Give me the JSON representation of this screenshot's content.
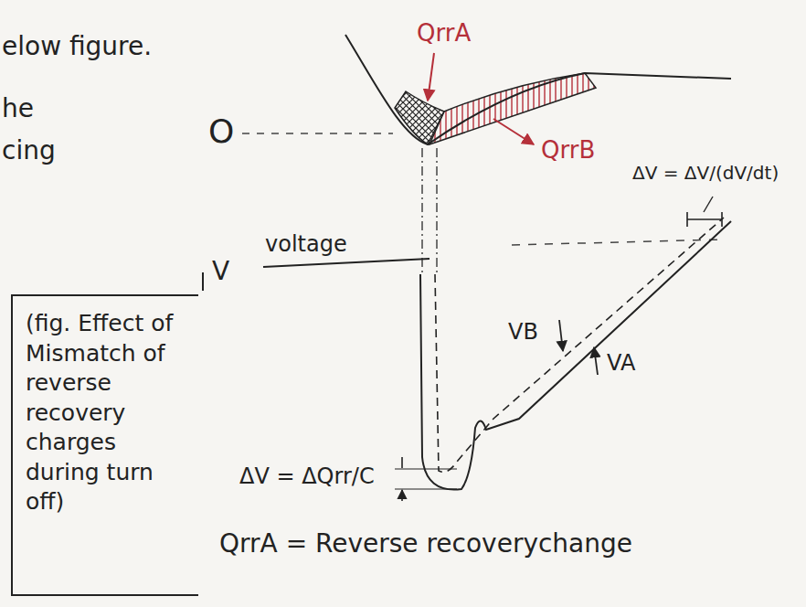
{
  "diagram": {
    "nodes": [
      {
        "text": [
          "(fig. Effect of Mismatch of reverse recovery charges during turn off)"
        ]
      }
    ],
    "labels": [
      "elow figure.",
      "he",
      "cing",
      "QrrA",
      "QrrB",
      "O",
      "ΔV = ΔV/(dV/dt)",
      "V",
      "voltage",
      "VB",
      "VA",
      "ΔV = ΔQrr/C",
      "QrrA = Reverse recoverychange"
    ]
  }
}
